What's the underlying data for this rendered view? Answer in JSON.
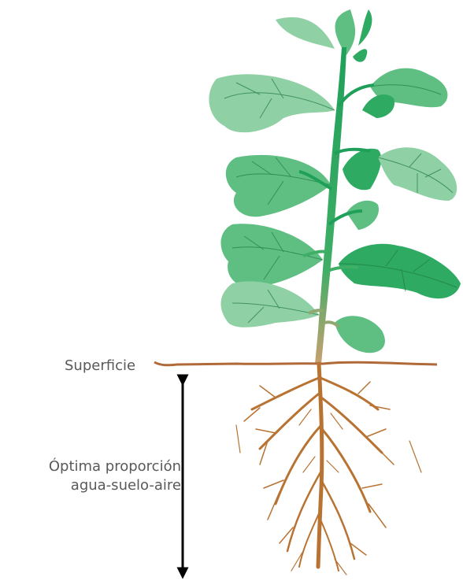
{
  "labels": {
    "surface": "Superficie",
    "zone_line1": "Óptima proporción",
    "zone_line2": "agua-suelo-aire"
  },
  "colors": {
    "leaf_light": "#8fd0a4",
    "leaf_mid": "#5fbf82",
    "leaf_dark": "#2eaa62",
    "stem": "#1fa05a",
    "stem_base": "#a0b070",
    "root": "#b87333",
    "soil_line": "#b06a3a",
    "arrow": "#000000",
    "text": "#595959"
  }
}
